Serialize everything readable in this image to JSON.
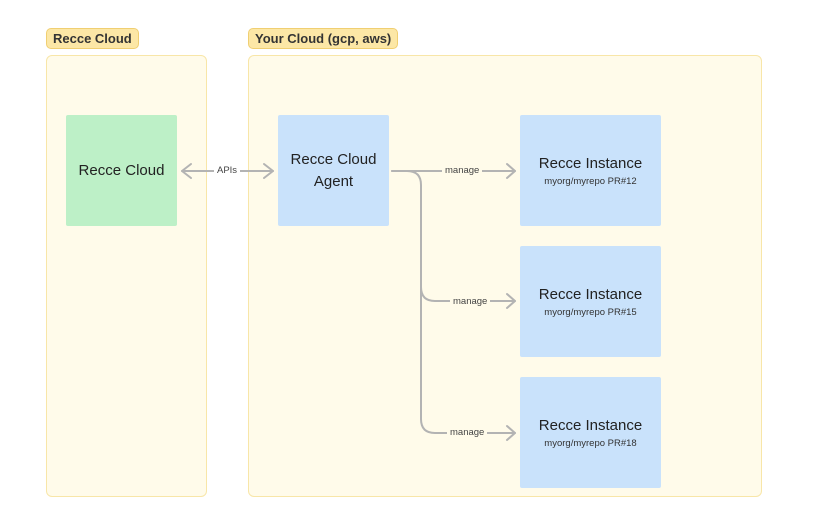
{
  "regions": {
    "recce_cloud": {
      "label": "Recce Cloud"
    },
    "your_cloud": {
      "label": "Your Cloud (gcp, aws)"
    }
  },
  "nodes": {
    "recce_cloud": {
      "title": "Recce Cloud"
    },
    "agent": {
      "title_line1": "Recce Cloud",
      "title_line2": "Agent"
    },
    "instances": [
      {
        "title": "Recce Instance",
        "subtitle": "myorg/myrepo PR#12"
      },
      {
        "title": "Recce Instance",
        "subtitle": "myorg/myrepo PR#15"
      },
      {
        "title": "Recce Instance",
        "subtitle": "myorg/myrepo PR#18"
      }
    ]
  },
  "edges": {
    "apis_label": "APIs",
    "manage_labels": [
      "manage",
      "manage",
      "manage"
    ]
  },
  "colors": {
    "region_tag_bg": "#fce7a6",
    "region_bg": "#fffbea",
    "recce_cloud_node": "#bdf0c7",
    "agent_node": "#c9e2fb",
    "instance_node": "#c9e2fb",
    "connector": "#b3b3b3"
  }
}
